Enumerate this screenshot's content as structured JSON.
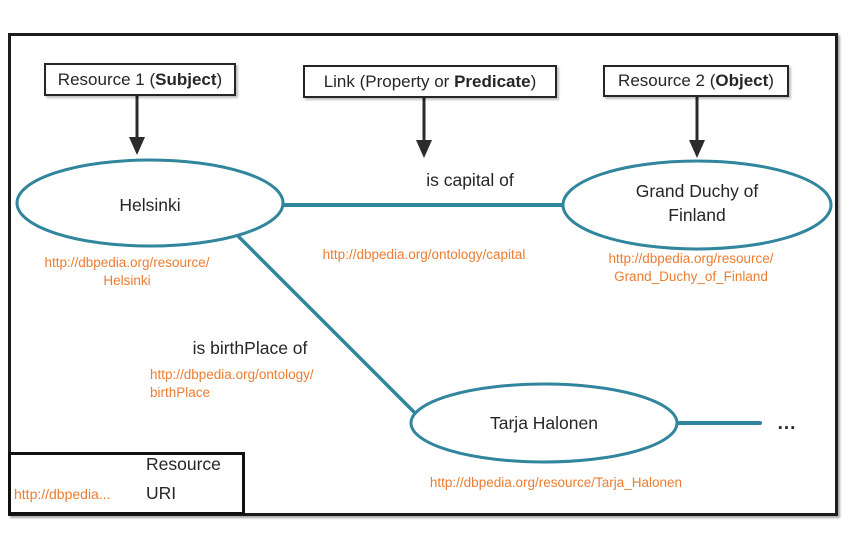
{
  "diagram": {
    "title_boxes": {
      "subject": {
        "prefix": "Resource 1 (",
        "bold": "Subject",
        "suffix": ")"
      },
      "predicate": {
        "prefix": "Link (Property or ",
        "bold": "Predicate",
        "suffix": ")"
      },
      "object": {
        "prefix": "Resource 2 (",
        "bold": "Object",
        "suffix": ")"
      }
    },
    "nodes": {
      "helsinki": {
        "label": "Helsinki",
        "uri": "http://dbpedia.org/resource/\nHelsinki"
      },
      "grand_duchy": {
        "label": "Grand Duchy of Finland",
        "uri": "http://dbpedia.org/resource/\nGrand_Duchy_of_Finland"
      },
      "tarja": {
        "label": "Tarja Halonen",
        "uri": "http://dbpedia.org/resource/Tarja_Halonen"
      }
    },
    "edges": {
      "capital": {
        "label": "is capital of",
        "uri": "http://dbpedia.org/ontology/capital"
      },
      "birthplace": {
        "label": "is birthPlace of",
        "uri": "http://dbpedia.org/ontology/\nbirthPlace"
      },
      "ellipsis": {
        "label": "..."
      }
    },
    "legend": {
      "resource_label": "Resource",
      "uri_label": "URI",
      "uri_example": "http://dbpedia..."
    },
    "colors": {
      "node_stroke_teal": "#31859C",
      "uri_orange": "#ED7D31",
      "frame_black": "#1c1c1c"
    }
  }
}
